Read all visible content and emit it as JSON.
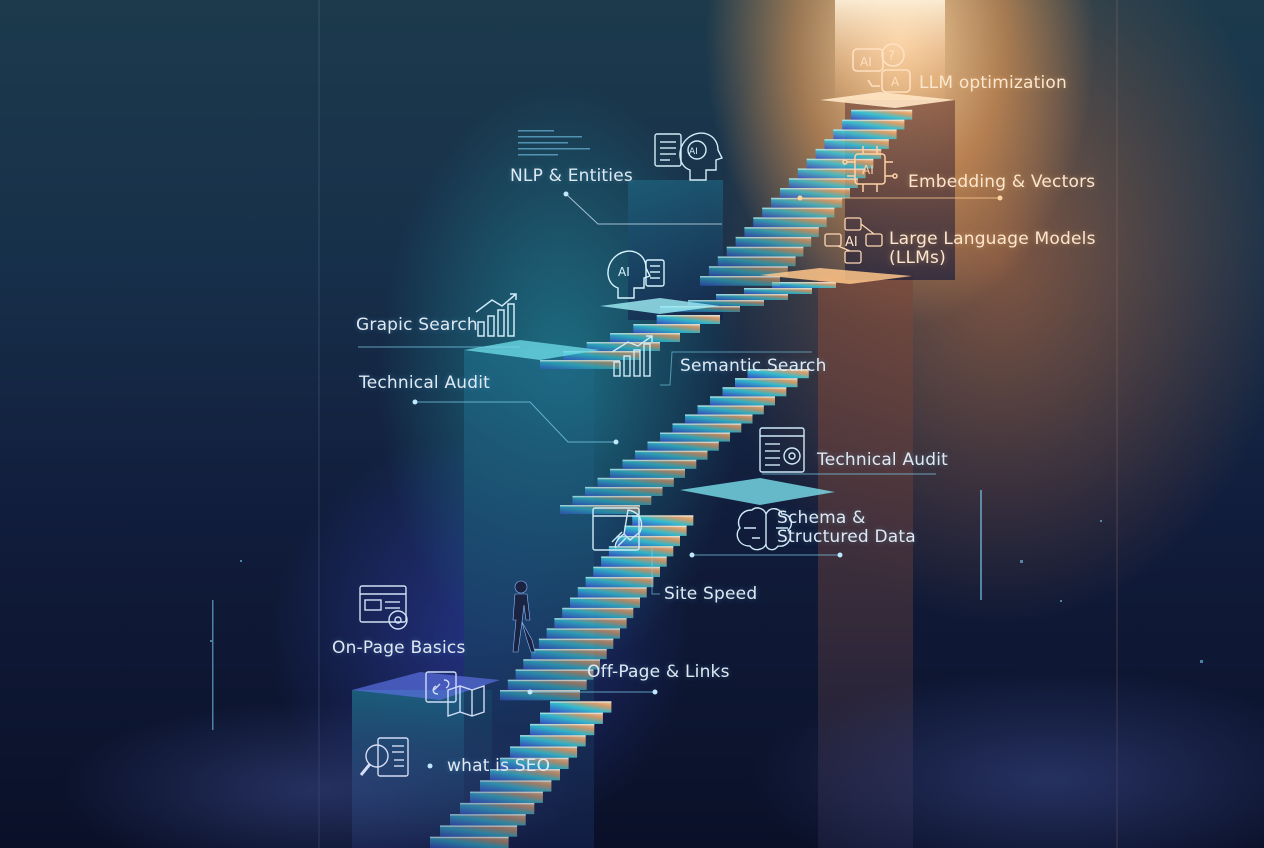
{
  "labels": {
    "llm_optimization": "LLM optimization",
    "embedding_vectors": "Embedding & Vectors",
    "nlp_entities": "NLP & Entities",
    "large_language_models_line1": "Large Language Models",
    "large_language_models_line2": "(LLMs)",
    "graphic_search": "Grapic Search",
    "semantic_search": "Semantic Search",
    "technical_audit_left": "Technical Audit",
    "technical_audit_right": "Technical Audit",
    "schema_line1": "Schema &",
    "schema_line2": "Structured Data",
    "site_speed": "Site Speed",
    "on_page_basics": "On-Page Basics",
    "off_page_links": "Off-Page & Links",
    "what_is_seo": "what is SEO"
  },
  "icon_text": {
    "ai": "AI",
    "question": "?",
    "answer": "A"
  },
  "colors": {
    "cool_glow": "#3fd6e0",
    "warm_glow": "#ffb36a",
    "line_cool": "#7fd3f0",
    "line_warm": "#ffc890",
    "text": "#dfe9f2"
  }
}
